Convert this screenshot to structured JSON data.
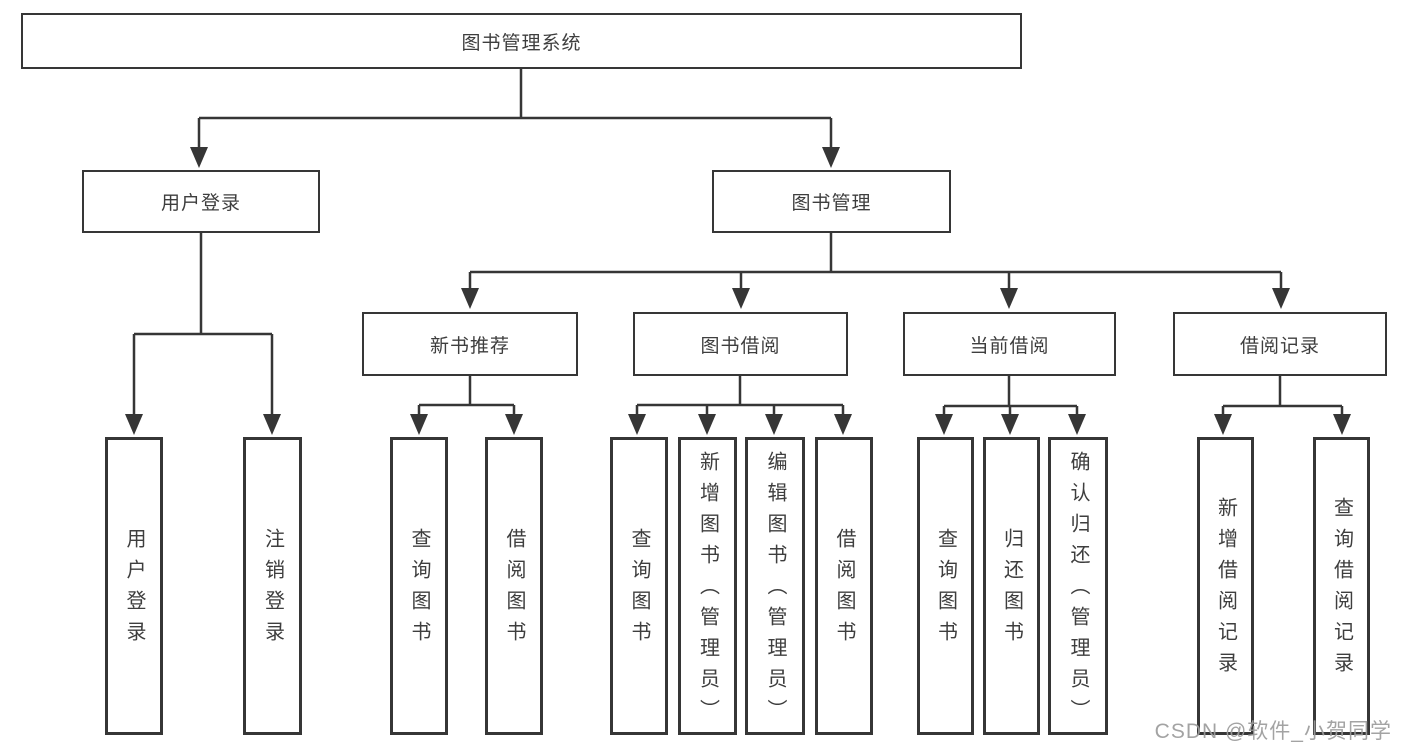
{
  "diagram": {
    "title_node": "图书管理系统",
    "root": {
      "label": "图书管理系统"
    },
    "level2": [
      {
        "id": "user-login",
        "label": "用户登录"
      },
      {
        "id": "book-management",
        "label": "图书管理"
      }
    ],
    "level3": [
      {
        "id": "new-book-recommend",
        "parent": "图书管理",
        "label": "新书推荐"
      },
      {
        "id": "book-borrowing",
        "parent": "图书管理",
        "label": "图书借阅"
      },
      {
        "id": "current-borrowing",
        "parent": "图书管理",
        "label": "当前借阅"
      },
      {
        "id": "borrowing-records",
        "parent": "图书管理",
        "label": "借阅记录"
      }
    ],
    "leaves": [
      {
        "parent": "用户登录",
        "label": "用户登录"
      },
      {
        "parent": "用户登录",
        "label": "注销登录"
      },
      {
        "parent": "新书推荐",
        "label": "查询图书"
      },
      {
        "parent": "新书推荐",
        "label": "借阅图书"
      },
      {
        "parent": "图书借阅",
        "label": "查询图书"
      },
      {
        "parent": "图书借阅",
        "label": "新增图书（管理员）"
      },
      {
        "parent": "图书借阅",
        "label": "编辑图书（管理员）"
      },
      {
        "parent": "图书借阅",
        "label": "借阅图书"
      },
      {
        "parent": "当前借阅",
        "label": "查询图书"
      },
      {
        "parent": "当前借阅",
        "label": "归还图书"
      },
      {
        "parent": "当前借阅",
        "label": "确认归还（管理员）"
      },
      {
        "parent": "借阅记录",
        "label": "新增借阅记录"
      },
      {
        "parent": "借阅记录",
        "label": "查询借阅记录"
      }
    ],
    "colors": {
      "line": "#363636",
      "border": "#363636",
      "text": "#3e3e3e",
      "background": "#ffffff"
    }
  },
  "watermark": {
    "text": "CSDN @软件_小贺同学",
    "color": "#9c9c9c"
  }
}
